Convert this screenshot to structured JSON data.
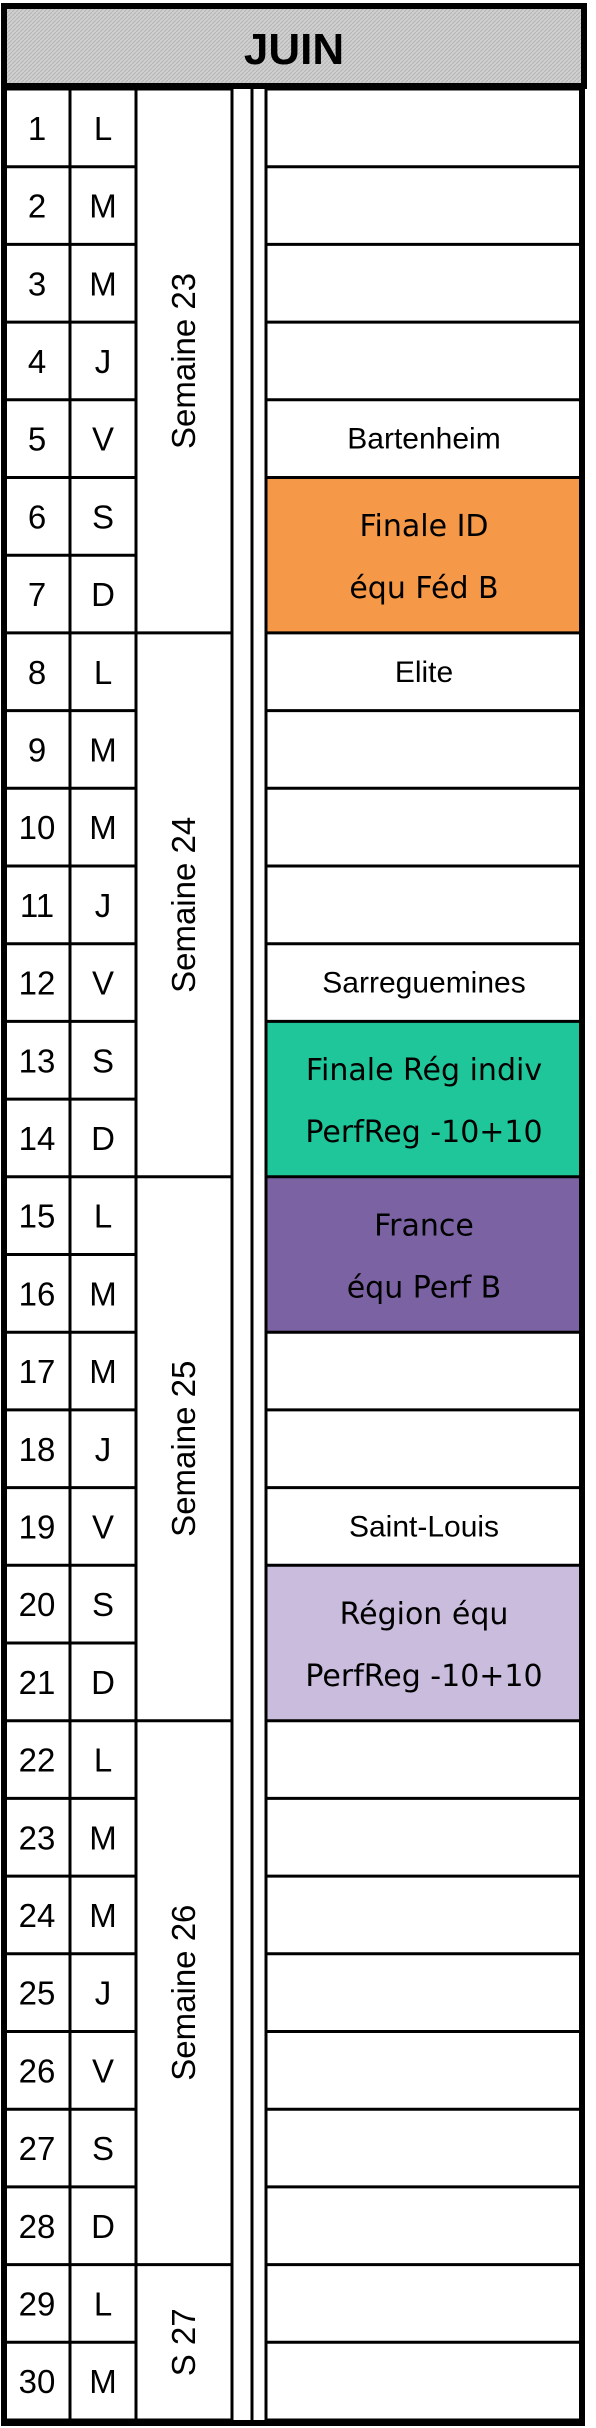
{
  "title": "JUIN",
  "days": [
    {
      "num": "1",
      "letter": "L"
    },
    {
      "num": "2",
      "letter": "M"
    },
    {
      "num": "3",
      "letter": "M"
    },
    {
      "num": "4",
      "letter": "J"
    },
    {
      "num": "5",
      "letter": "V"
    },
    {
      "num": "6",
      "letter": "S"
    },
    {
      "num": "7",
      "letter": "D"
    },
    {
      "num": "8",
      "letter": "L"
    },
    {
      "num": "9",
      "letter": "M"
    },
    {
      "num": "10",
      "letter": "M"
    },
    {
      "num": "11",
      "letter": "J"
    },
    {
      "num": "12",
      "letter": "V"
    },
    {
      "num": "13",
      "letter": "S"
    },
    {
      "num": "14",
      "letter": "D"
    },
    {
      "num": "15",
      "letter": "L"
    },
    {
      "num": "16",
      "letter": "M"
    },
    {
      "num": "17",
      "letter": "M"
    },
    {
      "num": "18",
      "letter": "J"
    },
    {
      "num": "19",
      "letter": "V"
    },
    {
      "num": "20",
      "letter": "S"
    },
    {
      "num": "21",
      "letter": "D"
    },
    {
      "num": "22",
      "letter": "L"
    },
    {
      "num": "23",
      "letter": "M"
    },
    {
      "num": "24",
      "letter": "M"
    },
    {
      "num": "25",
      "letter": "J"
    },
    {
      "num": "26",
      "letter": "V"
    },
    {
      "num": "27",
      "letter": "S"
    },
    {
      "num": "28",
      "letter": "D"
    },
    {
      "num": "29",
      "letter": "L"
    },
    {
      "num": "30",
      "letter": "M"
    }
  ],
  "weeks": [
    {
      "label": "Semaine 23",
      "first_day": 1,
      "last_day": 7
    },
    {
      "label": "Semaine 24",
      "first_day": 8,
      "last_day": 14
    },
    {
      "label": "Semaine 25",
      "first_day": 15,
      "last_day": 21
    },
    {
      "label": "Semaine 26",
      "first_day": 22,
      "last_day": 28
    },
    {
      "label": "S 27",
      "first_day": 29,
      "last_day": 30
    }
  ],
  "events": [
    {
      "first_day": 5,
      "last_day": 5,
      "lines": [
        "Bartenheim"
      ],
      "color": "#ffffff",
      "style": "plain"
    },
    {
      "first_day": 6,
      "last_day": 7,
      "lines": [
        "Finale ID",
        "équ Féd B"
      ],
      "color": "#f59847",
      "style": "comic"
    },
    {
      "first_day": 8,
      "last_day": 8,
      "lines": [
        "Elite"
      ],
      "color": "#ffffff",
      "style": "plain"
    },
    {
      "first_day": 12,
      "last_day": 12,
      "lines": [
        "Sarreguemines"
      ],
      "color": "#ffffff",
      "style": "plain"
    },
    {
      "first_day": 13,
      "last_day": 14,
      "lines": [
        "Finale Rég indiv",
        "PerfReg -10+10"
      ],
      "color": "#1fc69a",
      "style": "comic"
    },
    {
      "first_day": 15,
      "last_day": 16,
      "lines": [
        "France",
        "équ Perf B"
      ],
      "color": "#7b62a3",
      "style": "comic"
    },
    {
      "first_day": 19,
      "last_day": 19,
      "lines": [
        "Saint-Louis"
      ],
      "color": "#ffffff",
      "style": "plain"
    },
    {
      "first_day": 20,
      "last_day": 21,
      "lines": [
        "Région équ",
        "PerfReg -10+10"
      ],
      "color": "#c9bcdd",
      "style": "comic"
    }
  ],
  "colors": {
    "header_bg": "#c9c9c9",
    "border": "#000000",
    "background": "#ffffff"
  }
}
